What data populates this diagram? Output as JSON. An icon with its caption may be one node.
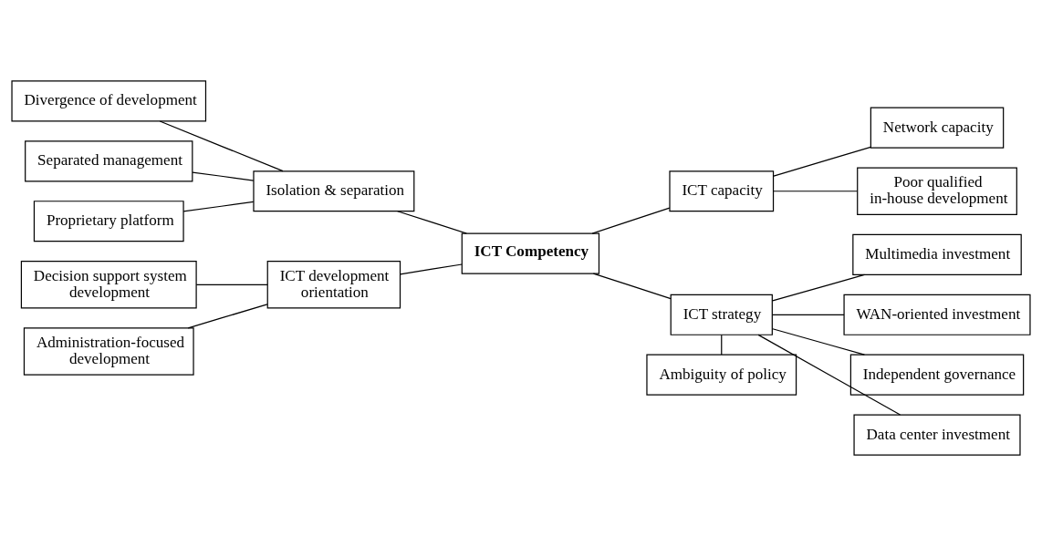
{
  "diagram": {
    "nodes": [
      {
        "text": [
          "ICT Competency"
        ]
      },
      {
        "text": [
          "Isolation & separation"
        ]
      },
      {
        "text": [
          "ICT capacity"
        ]
      },
      {
        "text": [
          "ICT development orientation"
        ]
      },
      {
        "text": [
          "ICT strategy"
        ]
      },
      {
        "text": [
          "Divergence of development"
        ]
      },
      {
        "text": [
          "Separated management"
        ]
      },
      {
        "text": [
          "Proprietary platform"
        ]
      },
      {
        "text": [
          "Network capacity"
        ]
      },
      {
        "text": [
          "Poor qualified in-house development"
        ]
      },
      {
        "text": [
          "Decision support system development"
        ]
      },
      {
        "text": [
          "Administration-focused development"
        ]
      },
      {
        "text": [
          "Multimedia investment"
        ]
      },
      {
        "text": [
          "WAN-oriented investment"
        ]
      },
      {
        "text": [
          "Independent governance"
        ]
      },
      {
        "text": [
          "Data center investment"
        ]
      },
      {
        "text": [
          "Ambiguity of policy"
        ]
      }
    ],
    "edges": [
      {
        "from": 1,
        "to": 0,
        "arrow": "none"
      },
      {
        "from": 0,
        "to": 2,
        "arrow": "none"
      },
      {
        "from": 3,
        "to": 0,
        "arrow": "none"
      },
      {
        "from": 0,
        "to": 4,
        "arrow": "none"
      },
      {
        "from": 5,
        "to": 1,
        "arrow": "none"
      },
      {
        "from": 6,
        "to": 1,
        "arrow": "none"
      },
      {
        "from": 7,
        "to": 1,
        "arrow": "none"
      },
      {
        "from": 2,
        "to": 8,
        "arrow": "none"
      },
      {
        "from": 2,
        "to": 9,
        "arrow": "none"
      },
      {
        "from": 10,
        "to": 3,
        "arrow": "none"
      },
      {
        "from": 11,
        "to": 3,
        "arrow": "none"
      },
      {
        "from": 4,
        "to": 12,
        "arrow": "none"
      },
      {
        "from": 4,
        "to": 13,
        "arrow": "none"
      },
      {
        "from": 4,
        "to": 14,
        "arrow": "none"
      },
      {
        "from": 4,
        "to": 15,
        "arrow": "none"
      },
      {
        "from": 4,
        "to": 16,
        "arrow": "none"
      }
    ]
  }
}
